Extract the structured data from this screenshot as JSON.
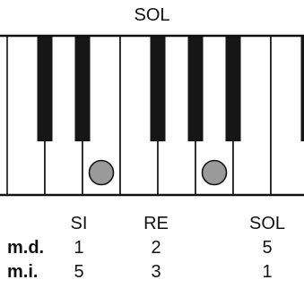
{
  "chord_title": "SOL",
  "keyboard": {
    "white_keys": 12,
    "black_key_after_white": [
      0,
      1,
      3,
      4,
      5,
      7,
      8,
      10
    ],
    "pressed_white_keys": [
      2,
      5,
      10
    ],
    "colors": {
      "key_border": "#111111",
      "black_key": "#161616",
      "marker_fill": "#9a9a9a"
    }
  },
  "notes": [
    "SI",
    "RE",
    "SOL"
  ],
  "hands": [
    {
      "label": "m.d.",
      "fingers": [
        "1",
        "2",
        "5"
      ]
    },
    {
      "label": "m.i.",
      "fingers": [
        "5",
        "3",
        "1"
      ]
    }
  ]
}
